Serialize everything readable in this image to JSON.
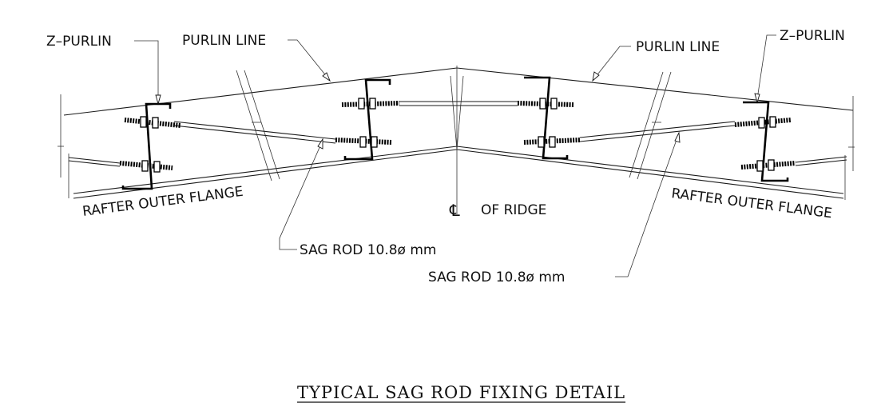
{
  "labels": {
    "z_purlin_left": "Z–PURLIN",
    "purlin_line_left": "PURLIN LINE",
    "purlin_line_right": "PURLIN LINE",
    "z_purlin_right": "Z–PURLIN",
    "rafter_left": "RAFTER OUTER FLANGE",
    "rafter_right": "RAFTER OUTER FLANGE",
    "ridge_symbol": "℄",
    "ridge_text": "OF RIDGE",
    "sag_rod_left": "SAG ROD 10.8ø mm",
    "sag_rod_right": "SAG ROD 10.8ø mm"
  },
  "title": "TYPICAL SAG ROD FIXING DETAIL"
}
